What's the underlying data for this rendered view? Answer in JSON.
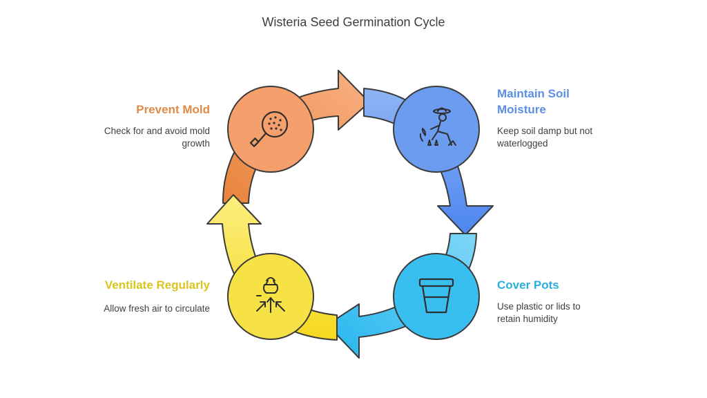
{
  "title": "Wisteria Seed Germination Cycle",
  "colors": {
    "orange": "#f5a06c",
    "orange_dark": "#e8843c",
    "blue": "#6b9cf0",
    "blue_dark": "#4d86f0",
    "cyan": "#38bff0",
    "cyan_light": "#7fd6f7",
    "yellow": "#f7e245",
    "yellow_light": "#fbee7a",
    "stroke": "#3a3a3a"
  },
  "steps": [
    {
      "id": "prevent-mold",
      "label": "Prevent Mold",
      "description_lines": [
        "Check for and avoid mold",
        "growth"
      ],
      "label_color": "#e08a45",
      "icon": "magnifier-icon"
    },
    {
      "id": "maintain-soil-moisture",
      "label_lines": [
        "Maintain Soil",
        "Moisture"
      ],
      "description_lines": [
        "Keep soil damp but not",
        "waterlogged"
      ],
      "label_color": "#5b8fe6",
      "icon": "gardener-watering-icon"
    },
    {
      "id": "cover-pots",
      "label": "Cover Pots",
      "description_lines": [
        "Use plastic or lids to",
        "retain humidity"
      ],
      "label_color": "#2aaee0",
      "icon": "flower-pot-icon"
    },
    {
      "id": "ventilate-regularly",
      "label": "Ventilate Regularly",
      "description_lines": [
        "Allow fresh air to circulate"
      ],
      "label_color": "#d9c51e",
      "icon": "air-flow-icon"
    }
  ]
}
